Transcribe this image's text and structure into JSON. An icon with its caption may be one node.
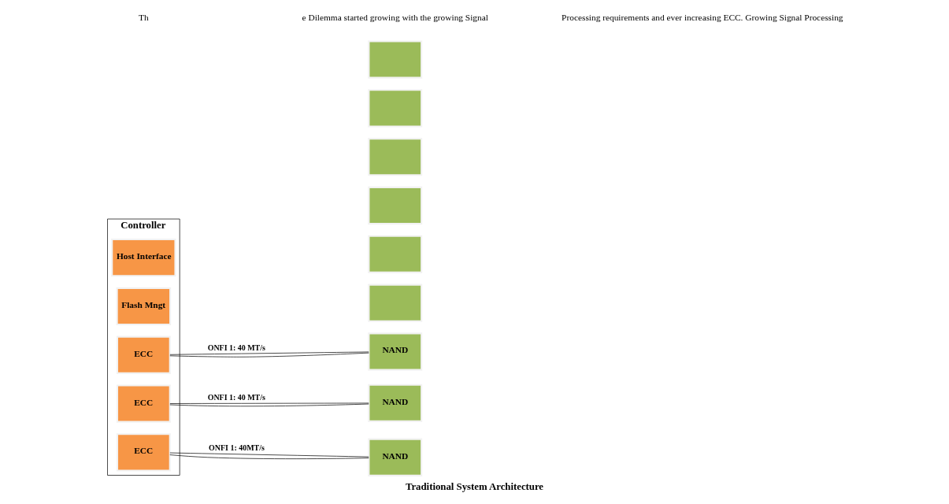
{
  "diagram": {
    "caption": "Traditional System Architecture",
    "nodes": [
      {
        "text": [
          "Controller"
        ]
      },
      {
        "text": [
          "Host Interface"
        ],
        "in": 0
      },
      {
        "text": [
          "Flash Mngt"
        ],
        "in": 0
      },
      {
        "text": [
          "ECC"
        ],
        "in": 0
      },
      {
        "text": [
          "ECC"
        ],
        "in": 0
      },
      {
        "text": [
          "ECC"
        ],
        "in": 0
      },
      {
        "text": [],
        "shape": "box"
      },
      {
        "text": [],
        "shape": "box"
      },
      {
        "text": [
          "NAND"
        ]
      },
      {
        "text": [],
        "shape": "box"
      },
      {
        "text": [],
        "shape": "box"
      },
      {
        "text": [
          "NAND"
        ]
      },
      {
        "text": [],
        "shape": "box"
      },
      {
        "text": [],
        "shape": "box"
      },
      {
        "text": [
          "NAND"
        ]
      }
    ],
    "edges": [
      {
        "from": 3,
        "to": 8,
        "arrow": "none",
        "label": "ONFI 1: 40 MT/s"
      },
      {
        "from": 3,
        "to": 8,
        "arrow": "none"
      },
      {
        "from": 4,
        "to": 11,
        "arrow": "none",
        "label": "ONFI 1: 40 MT/s"
      },
      {
        "from": 4,
        "to": 11,
        "arrow": "none"
      },
      {
        "from": 5,
        "to": 14,
        "arrow": "none",
        "label": "ONFI 1: 40MT/s"
      },
      {
        "from": 5,
        "to": 14,
        "arrow": "none"
      }
    ],
    "labels": [
      "Th",
      "e Dilemma started growing with the growing Signal",
      "Processing requirements and ever increasing ECC. Growing Signal Processing"
    ]
  }
}
